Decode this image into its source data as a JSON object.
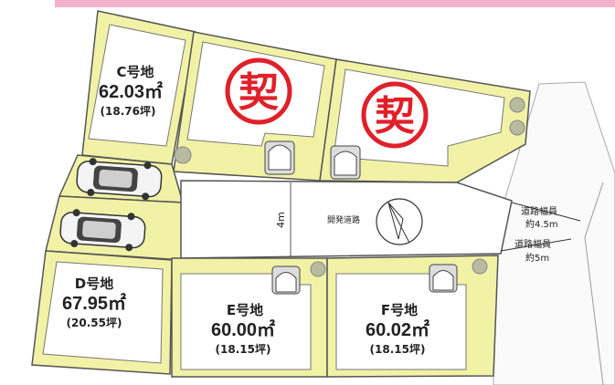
{
  "colors": {
    "lot_fill": "#f1f2a6",
    "building": "#ffffff",
    "outline": "#555555",
    "seal_red": "#e0202a",
    "header_pink": "#f3b2cc"
  },
  "lots": {
    "C": {
      "name": "C号地",
      "area": "62.03㎡",
      "tsubo": "(18.76坪)"
    },
    "D": {
      "name": "D号地",
      "area": "67.95㎡",
      "tsubo": "(20.55坪)"
    },
    "E": {
      "name": "E号地",
      "area": "60.00㎡",
      "tsubo": "(18.15坪)"
    },
    "F": {
      "name": "F号地",
      "area": "60.02㎡",
      "tsubo": "(18.15坪)"
    }
  },
  "contract_marks": [
    "契",
    "契"
  ],
  "road": {
    "dev_road_label": "開発道路",
    "dev_road_width": "4m",
    "road1_label": "道路幅員",
    "road1_width": "約4.5m",
    "road2_label": "道路幅員",
    "road2_width": "約5m"
  },
  "icons": [
    "car-icon",
    "car-icon",
    "tree-icon",
    "north-arrow-icon"
  ]
}
